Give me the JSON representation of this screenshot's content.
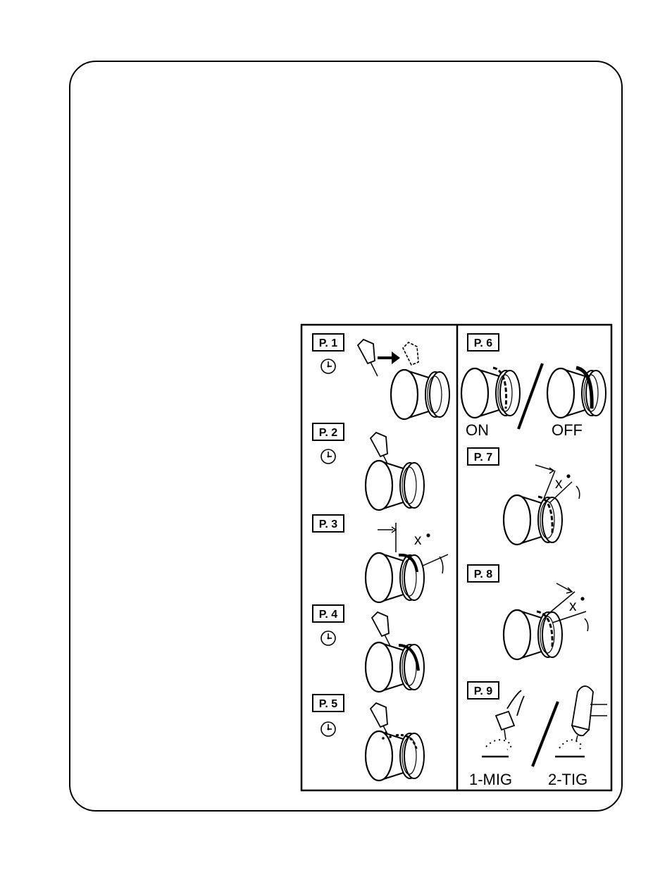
{
  "panels": {
    "p1": {
      "label": "P. 1"
    },
    "p2": {
      "label": "P. 2"
    },
    "p3": {
      "label": "P. 3",
      "angle": "x"
    },
    "p4": {
      "label": "P. 4"
    },
    "p5": {
      "label": "P. 5"
    },
    "p6": {
      "label": "P. 6",
      "on": "ON",
      "off": "OFF"
    },
    "p7": {
      "label": "P. 7",
      "angle": "x"
    },
    "p8": {
      "label": "P. 8",
      "angle": "x"
    },
    "p9": {
      "label": "P. 9",
      "mig": "1-MIG",
      "tig": "2-TIG"
    }
  },
  "icons": [
    "clock-icon",
    "torch-icon",
    "arrow-right-icon",
    "tube-flange-icon"
  ]
}
